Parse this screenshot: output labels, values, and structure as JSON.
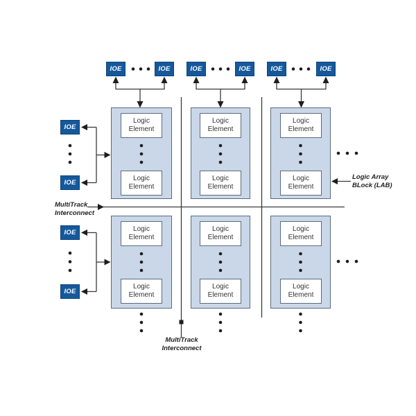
{
  "labels": {
    "ioe": "IOE",
    "logic_element": {
      "line1": "Logic",
      "line2": "Element"
    },
    "multitrack_left": {
      "line1": "MultiTrack",
      "line2": "Interconnect"
    },
    "multitrack_bottom": {
      "line1": "MultiTrack",
      "line2": "Interconnect"
    },
    "lab": {
      "line1": "Logic Array",
      "line2": "BLock (LAB)"
    }
  },
  "counts": {
    "top_ioe_boxes": 6,
    "left_ioe_boxes": 4,
    "lab_columns": 3,
    "lab_rows": 2,
    "logic_elements_shown_per_lab": 2
  },
  "colors": {
    "ioe_fill": "#15599C",
    "ioe_text": "#FFFFFF",
    "lab_fill": "#C9D7E9",
    "box_border": "#5A6A7A",
    "line": "#3A3A3A",
    "text": "#333333",
    "background": "#FFFFFF"
  }
}
